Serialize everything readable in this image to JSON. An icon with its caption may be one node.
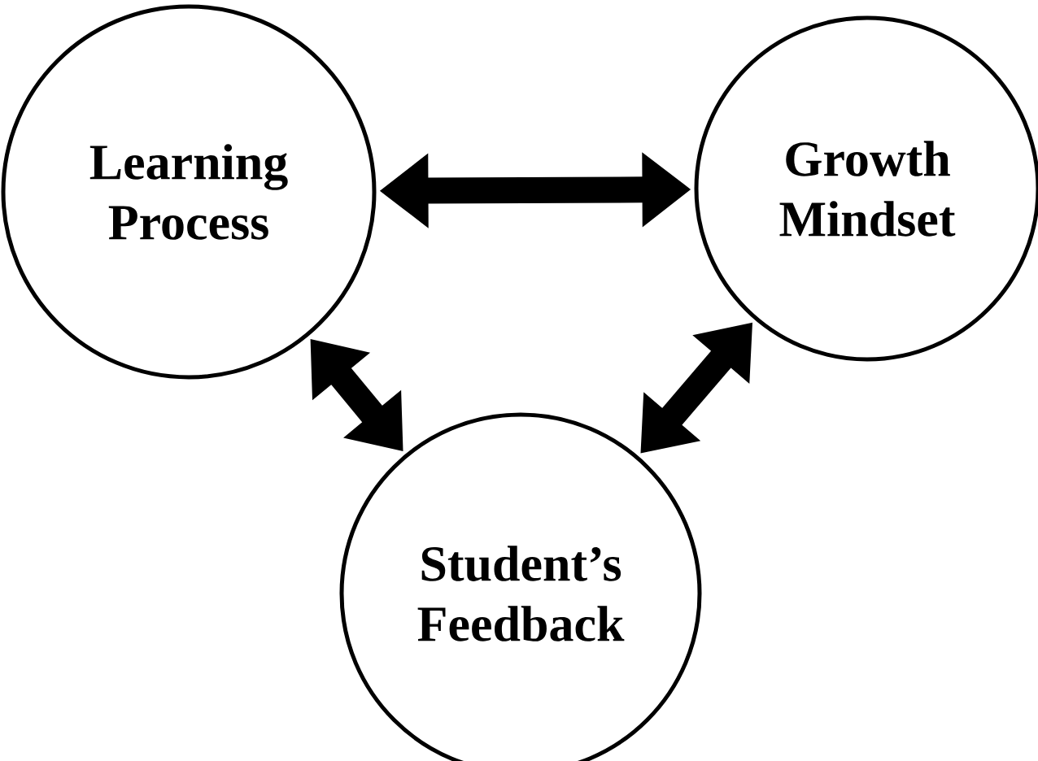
{
  "diagram": {
    "nodes": [
      {
        "text": [
          "Learning Process"
        ]
      },
      {
        "text": [
          "Growth Mindset"
        ]
      },
      {
        "text": [
          "Student’s Feedback"
        ]
      }
    ],
    "edges": [
      {
        "from": 0,
        "to": 1,
        "arrow": "both"
      },
      {
        "from": 0,
        "to": 2,
        "arrow": "both"
      },
      {
        "from": 1,
        "to": 2,
        "arrow": "both"
      }
    ]
  }
}
